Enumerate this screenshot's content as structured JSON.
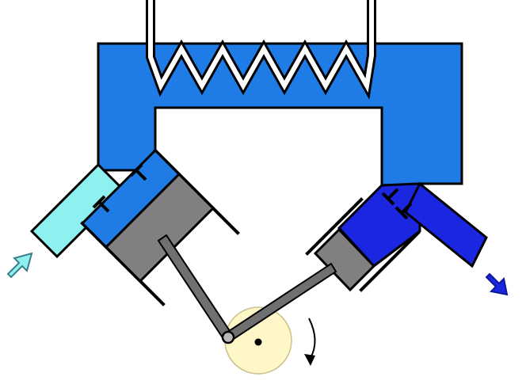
{
  "diagram": {
    "colors": {
      "manifold": "#1f7ce6",
      "intake_gas": "#8ff0f0",
      "compressed_gas": "#1a26e0",
      "piston": "#808080",
      "rod": "#707070",
      "wheel": "#fff7c8",
      "outline": "#000000",
      "background": "#ffffff"
    },
    "components": [
      "intake-arrow",
      "intake-pipe",
      "left-cylinder",
      "left-piston",
      "top-manifold",
      "heater-coil",
      "right-cylinder",
      "right-piston",
      "outlet-pipe",
      "outlet-arrow",
      "crank-wheel",
      "rotation-arrow"
    ],
    "rotation": "clockwise"
  }
}
